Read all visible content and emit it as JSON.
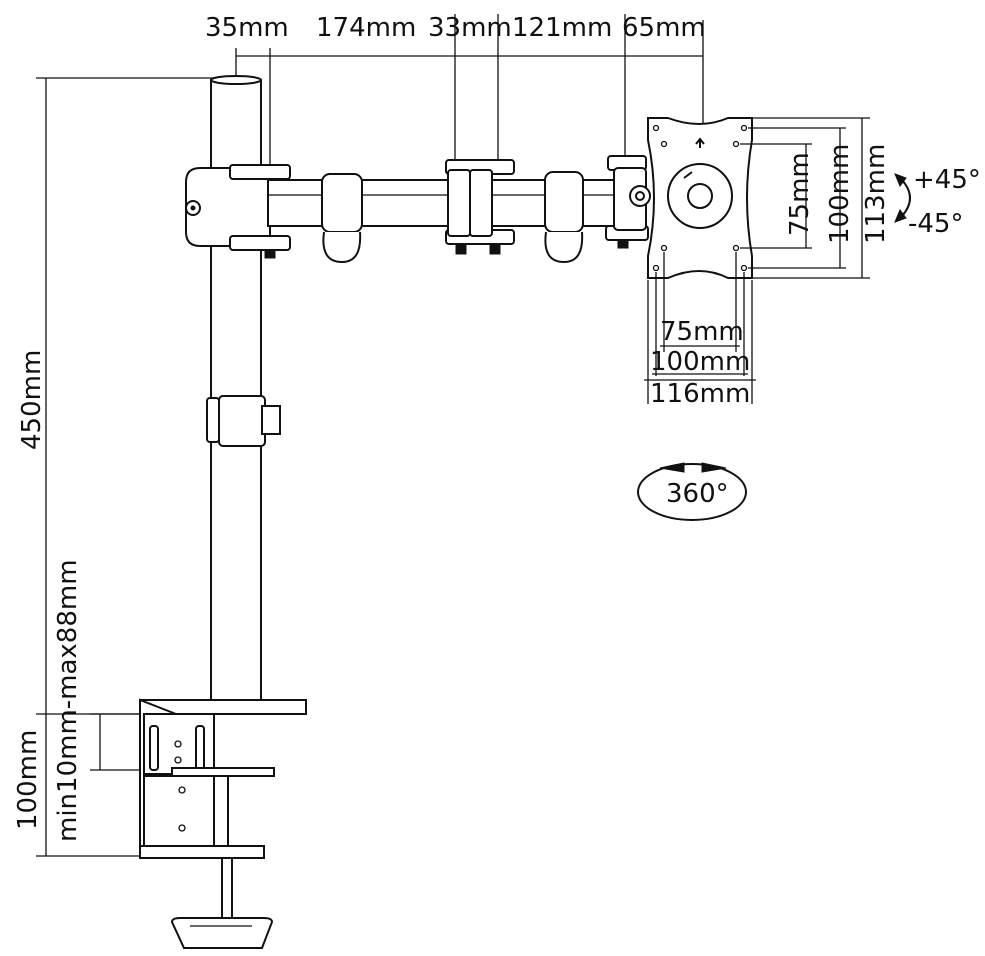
{
  "dimensions": {
    "top_segments": [
      "35mm",
      "174mm",
      "33mm",
      "121mm",
      "65mm"
    ],
    "pole_height": "450mm",
    "clamp_range": "min10mm-max88mm",
    "clamp_height": "100mm",
    "vesa_vertical": [
      "75mm",
      "100mm",
      "113mm"
    ],
    "vesa_horizontal": [
      "75mm",
      "100mm",
      "116mm"
    ]
  },
  "rotation": {
    "tilt_up": "+45°",
    "tilt_down": "-45°",
    "swivel": "360°"
  },
  "colors": {
    "line": "#111111",
    "background": "#ffffff"
  }
}
